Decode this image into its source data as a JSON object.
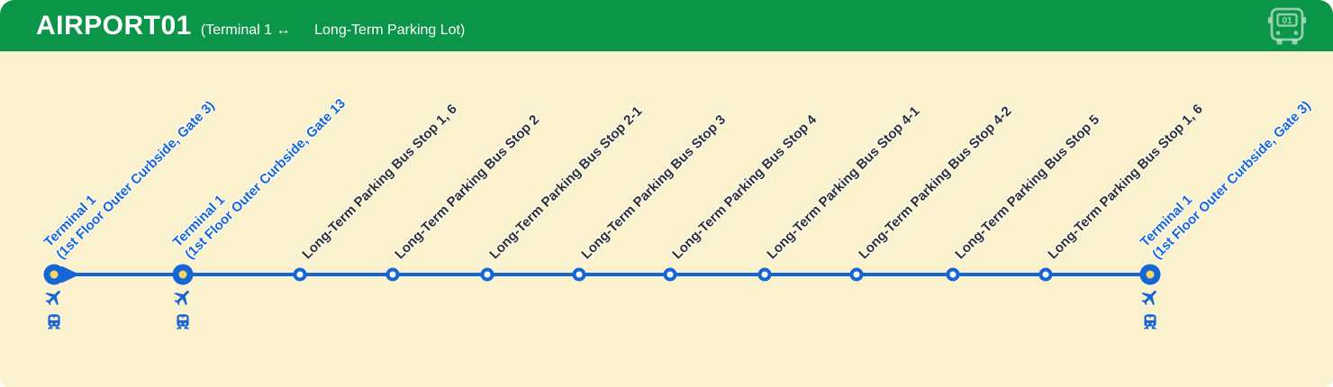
{
  "header": {
    "line_name": "AIRPORT01",
    "route_description": "(Terminal 1 ↔      Long-Term Parking Lot)",
    "bus_badge_number": "01"
  },
  "colors": {
    "header_green": "#0a9548",
    "route_blue": "#1565d6",
    "card_cream": "#faf2cf",
    "stop_label_dark": "#2f2f2f",
    "terminal_dot_gold": "#f6d75f"
  },
  "route": {
    "direction_start": "Terminal 1",
    "direction_end": "Long-Term Parking Lot"
  },
  "stops": [
    {
      "name": "Terminal 1",
      "detail": "(1st Floor Outer Curbside, Gate 3)",
      "type": "terminal",
      "transfers": [
        "airplane",
        "train"
      ]
    },
    {
      "name": "Terminal 1",
      "detail": "(1st Floor Outer Curbside, Gate 13",
      "type": "terminal",
      "transfers": [
        "airplane",
        "train"
      ]
    },
    {
      "name": "Long-Term Parking Bus Stop 1, 6",
      "type": "stop"
    },
    {
      "name": "Long-Term Parking Bus Stop 2",
      "type": "stop"
    },
    {
      "name": "Long-Term Parking Bus Stop 2-1",
      "type": "stop"
    },
    {
      "name": "Long-Term Parking Bus Stop 3",
      "type": "stop"
    },
    {
      "name": "Long-Term Parking Bus Stop 4",
      "type": "stop"
    },
    {
      "name": "Long-Term Parking Bus Stop 4-1",
      "type": "stop"
    },
    {
      "name": "Long-Term Parking Bus Stop 4-2",
      "type": "stop"
    },
    {
      "name": "Long-Term Parking Bus Stop 5",
      "type": "stop"
    },
    {
      "name": "Long-Term Parking Bus Stop 1, 6",
      "type": "stop"
    },
    {
      "name": "Terminal 1",
      "detail": "(1st Floor Outer Curbside, Gate 3)",
      "type": "terminal",
      "transfers": [
        "airplane",
        "train"
      ]
    }
  ]
}
